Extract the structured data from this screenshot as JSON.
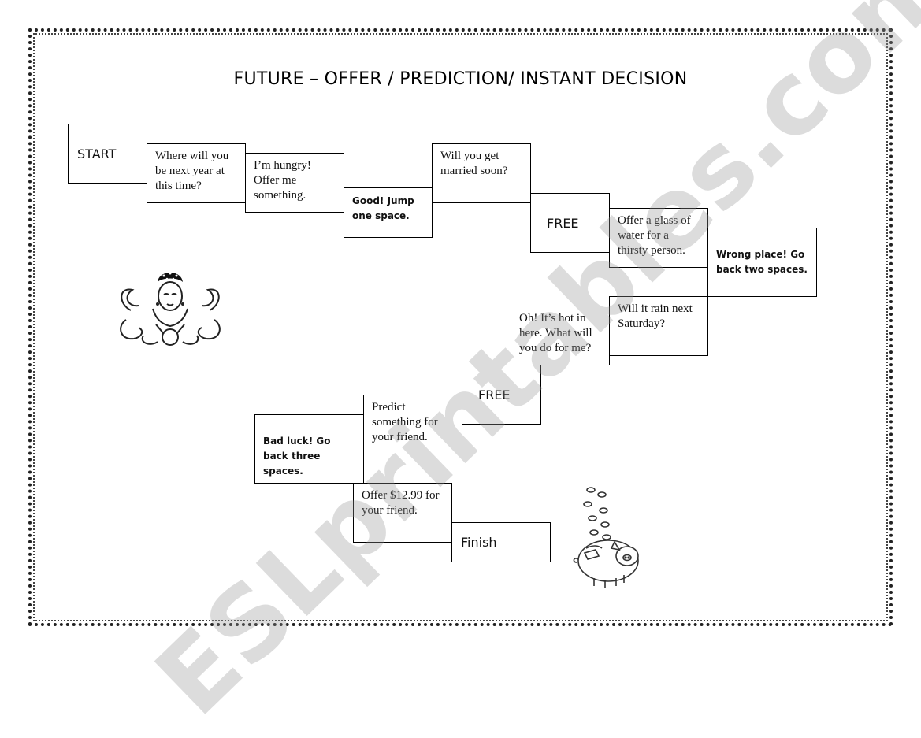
{
  "title": "FUTURE – OFFER / PREDICTION/ INSTANT DECISION",
  "squares": [
    "START",
    "Where will you be next year at this time?",
    "I’m hungry! Offer me something.",
    "Good! Jump one space.",
    "Will you get married soon?",
    "FREE",
    "Offer a glass of water for a thirsty person.",
    "Wrong place! Go back two spaces.",
    "Will it rain next Saturday?",
    "Oh! It’s hot in here. What will you do for me?",
    "FREE",
    "Predict something for your friend.",
    "Bad luck! Go back three spaces.",
    "Offer $12.99 for your friend.",
    "Finish"
  ],
  "watermark": "ESLprintables.com",
  "colors": {
    "ink": "#000000",
    "watermark": "#969696"
  }
}
